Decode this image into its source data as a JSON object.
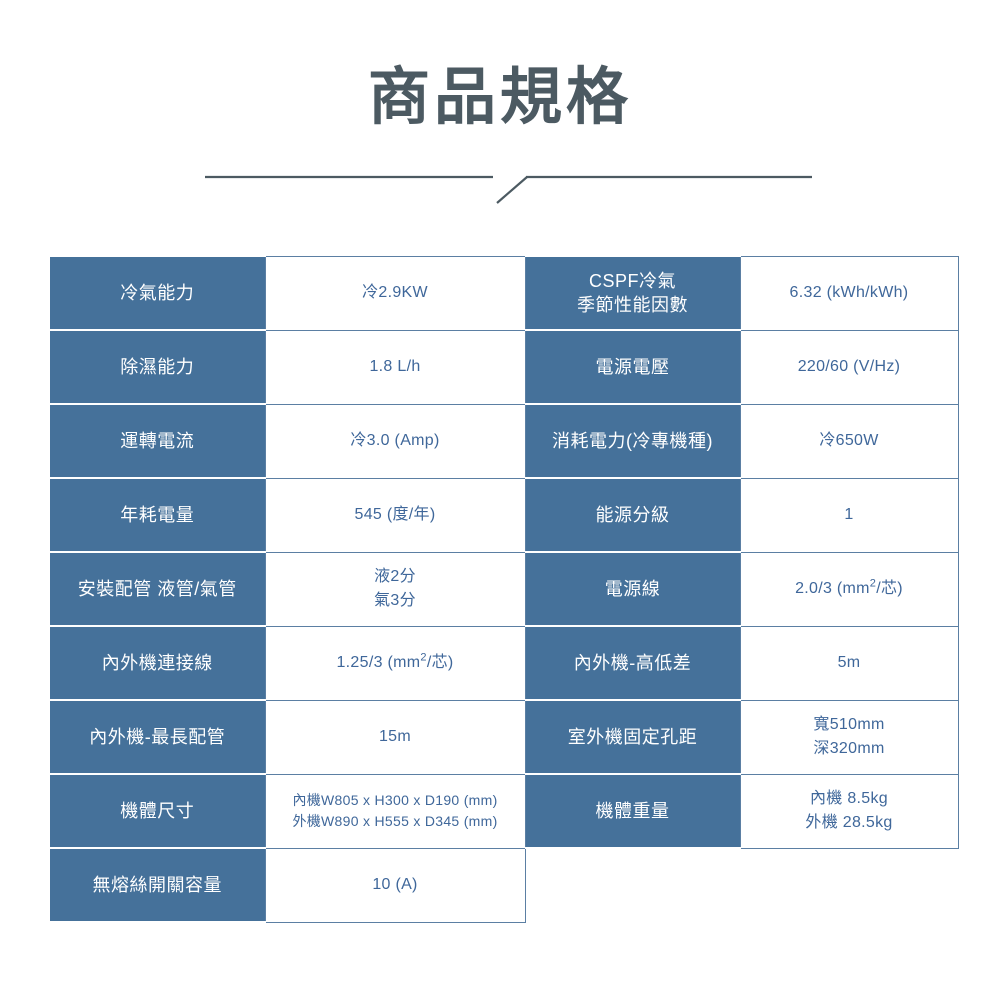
{
  "page": {
    "title": "商品規格",
    "title_color": "#4c5a62",
    "accent_color": "#45719a",
    "value_text_color": "#3f679a",
    "background_color": "#ffffff",
    "divider_color": "#4c5a62"
  },
  "spec_table": {
    "rows": [
      {
        "left_label": "冷氣能力",
        "left_value": "冷2.9KW",
        "right_label_line1": "CSPF冷氣",
        "right_label_line2": "季節性能因數",
        "right_value": "6.32 (kWh/kWh)"
      },
      {
        "left_label": "除濕能力",
        "left_value": "1.8 L/h",
        "right_label_line1": "電源電壓",
        "right_label_line2": "",
        "right_value": "220/60 (V/Hz)"
      },
      {
        "left_label": "運轉電流",
        "left_value": "冷3.0 (Amp)",
        "right_label_line1": "消耗電力(冷專機種)",
        "right_label_line2": "",
        "right_value": "冷650W"
      },
      {
        "left_label": "年耗電量",
        "left_value": "545 (度/年)",
        "right_label_line1": "能源分級",
        "right_label_line2": "",
        "right_value": "1"
      },
      {
        "left_label": "安裝配管 液管/氣管",
        "left_value_line1": "液2分",
        "left_value_line2": "氣3分",
        "right_label_line1": "電源線",
        "right_label_line2": "",
        "right_value_prefix": "2.0/3 (mm",
        "right_value_sup": "2",
        "right_value_suffix": "/芯)"
      },
      {
        "left_label": "內外機連接線",
        "left_value_prefix": "1.25/3 (mm",
        "left_value_sup": "2",
        "left_value_suffix": "/芯)",
        "right_label_line1": "內外機-高低差",
        "right_label_line2": "",
        "right_value": "5m"
      },
      {
        "left_label": "內外機-最長配管",
        "left_value": "15m",
        "right_label_line1": "室外機固定孔距",
        "right_label_line2": "",
        "right_value_line1": "寬510mm",
        "right_value_line2": "深320mm"
      },
      {
        "left_label": "機體尺寸",
        "left_value_line1": "內機W805 x H300 x D190 (mm)",
        "left_value_line2": "外機W890 x H555 x D345 (mm)",
        "right_label_line1": "機體重量",
        "right_label_line2": "",
        "right_value_line1": "內機 8.5kg",
        "right_value_line2": "外機 28.5kg"
      },
      {
        "left_label": "無熔絲開關容量",
        "left_value": "10 (A)",
        "right_label_line1": "",
        "right_label_line2": "",
        "right_value": ""
      }
    ]
  }
}
